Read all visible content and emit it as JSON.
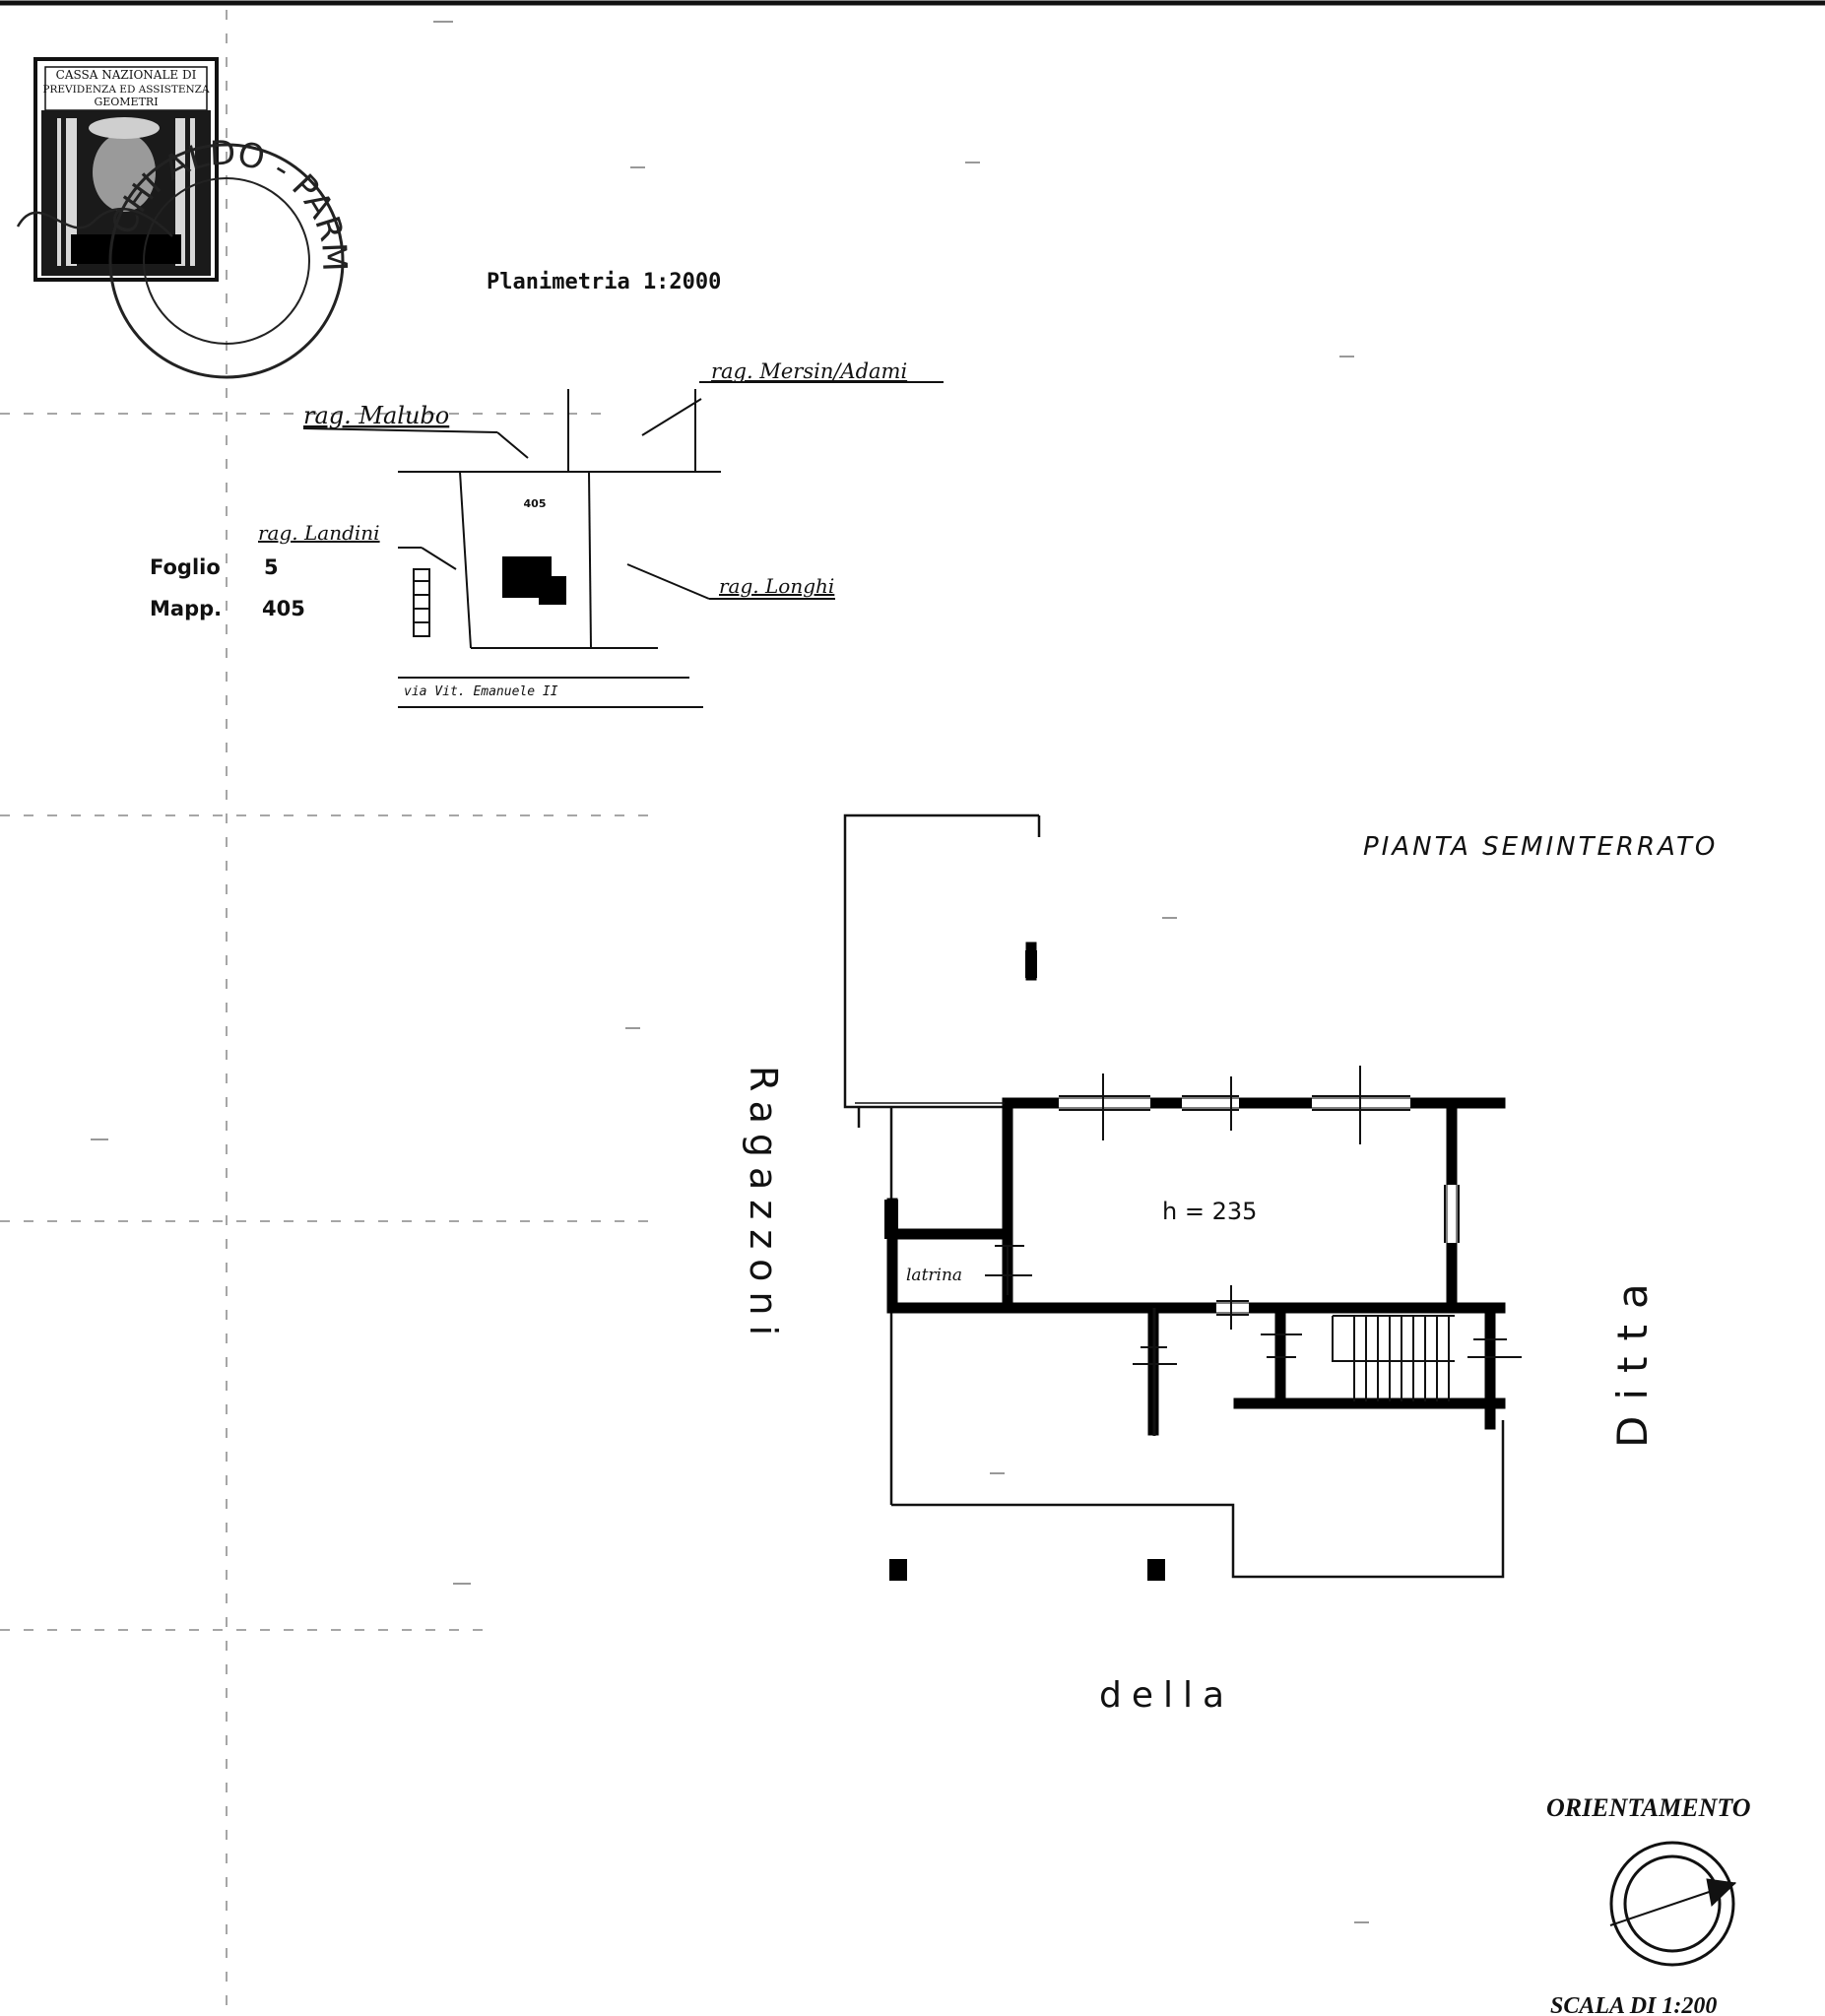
{
  "stamp": {
    "text_lines": [
      "CASSA NAZIONALE DI",
      "PREVIDENZA ED ASSISTENZA",
      "GEOMETRI"
    ],
    "seal_text": "CHI ALDO - PARMA"
  },
  "site_plan": {
    "title": "Planimetria 1:2000",
    "foglio_label": "Foglio",
    "foglio_value": "5",
    "mappale_label": "Mapp.",
    "mappale_value": "405",
    "parcel_number": "405",
    "neighbors": {
      "top_left": "rag. Malubo",
      "top_right": "rag. Mersin/Adami",
      "left": "rag. Landini",
      "right": "rag. Longhi"
    },
    "street": "via Vit. Emanuele II"
  },
  "floor_plan": {
    "title": "PIANTA SEMINTERRATO",
    "height_label": "h = 235",
    "room_label": "latrina",
    "left_side_text": "Ragazzoni",
    "right_side_text": "Ditta",
    "bottom_text": "della"
  },
  "orientation": {
    "title": "ORIENTAMENTO"
  },
  "scale": {
    "text": "SCALA DI 1:200"
  }
}
